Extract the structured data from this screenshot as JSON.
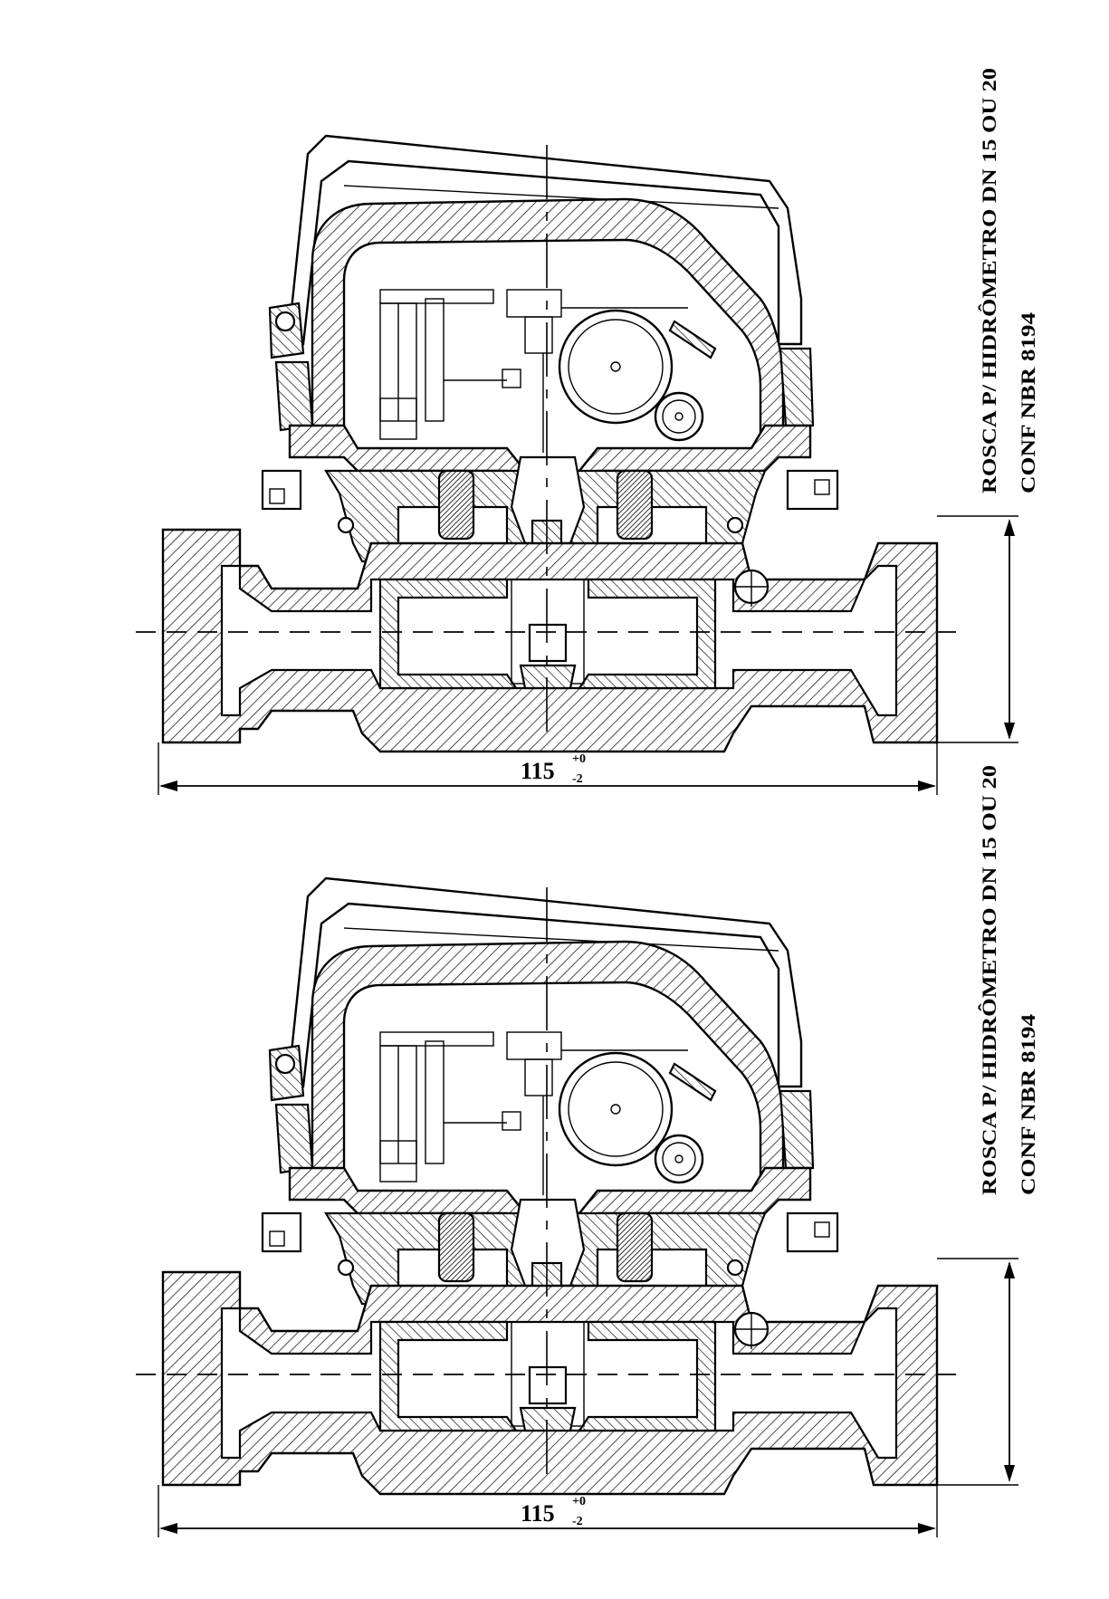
{
  "drawings": [
    {
      "dimension": {
        "value": "115",
        "tol_upper": "+0",
        "tol_lower": "-2"
      },
      "note_line1": "ROSCA P/ HIDRÔMETRO DN 15 OU 20",
      "note_line2": "CONF NBR 8194"
    },
    {
      "dimension": {
        "value": "115",
        "tol_upper": "+0",
        "tol_lower": "-2"
      },
      "note_line1": "ROSCA P/ HIDRÔMETRO DN 15 OU 20",
      "note_line2": "CONF NBR 8194"
    }
  ]
}
